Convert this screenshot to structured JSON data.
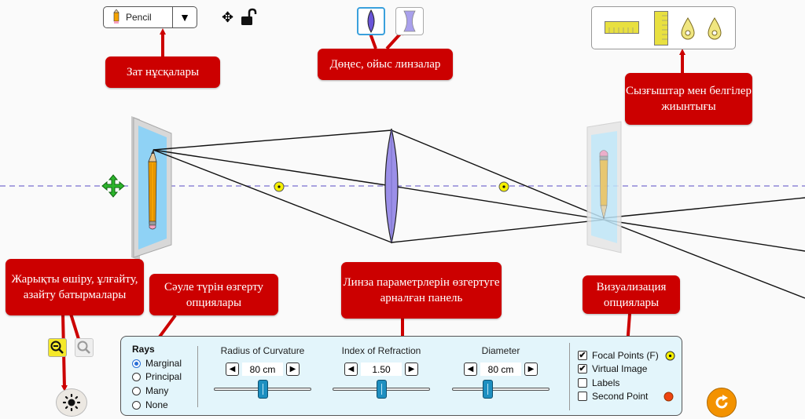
{
  "object_selector": {
    "selected": "Pencil",
    "icon": "pencil-icon",
    "dropdown_icon": "triangle-down-icon"
  },
  "top_tools": {
    "move_icon": "move-arrows-icon",
    "lock_icon": "unlocked-padlock-icon"
  },
  "lens_types": [
    {
      "name": "convex",
      "icon": "convex-lens-icon",
      "selected": true
    },
    {
      "name": "concave",
      "icon": "concave-lens-icon",
      "selected": false
    }
  ],
  "toolbox": {
    "items": [
      "horizontal-ruler-icon",
      "vertical-ruler-icon",
      "marker-icon",
      "marker-icon"
    ]
  },
  "callouts": {
    "object_options": "Зат нұсқалары",
    "lenses": "Дөңес, ойыс линзалар",
    "rulers": "Сызғыштар мен белгілер жиынтығы",
    "light_buttons": "Жарықты өшіру, ұлғайту, азайту батырмалары",
    "ray_options": "Сәуле түрін өзгерту опциялары",
    "lens_params": "Линза параметрлерін өзгертуге арналған панель",
    "visualization": "Визуализация опциялары"
  },
  "controls": {
    "rays": {
      "title": "Rays",
      "options": [
        "Marginal",
        "Principal",
        "Many",
        "None"
      ],
      "selected": "Marginal"
    },
    "radius": {
      "title": "Radius of Curvature",
      "value": "80 cm",
      "slider_fraction": 0.5
    },
    "index": {
      "title": "Index of Refraction",
      "value": "1.50",
      "slider_fraction": 0.5
    },
    "diameter": {
      "title": "Diameter",
      "value": "80 cm",
      "slider_fraction": 0.35
    },
    "visualization": [
      {
        "label": "Focal Points (F)",
        "checked": true
      },
      {
        "label": "Virtual Image",
        "checked": true
      },
      {
        "label": "Labels",
        "checked": false
      },
      {
        "label": "Second Point",
        "checked": false
      }
    ]
  },
  "colors": {
    "callout": "#cc0000",
    "lens": "#9b8fe8",
    "axis": "#8f86d6",
    "focal_point": "#f5f000",
    "second_point": "#ee4411",
    "reset": "#f39200",
    "panel_bg": "#e3f5fb"
  },
  "bottom_buttons": {
    "zoom_out_icon": "zoom-out-icon",
    "zoom_in_icon": "zoom-in-icon",
    "light_icon": "sun-icon",
    "reset_icon": "reset-icon"
  }
}
